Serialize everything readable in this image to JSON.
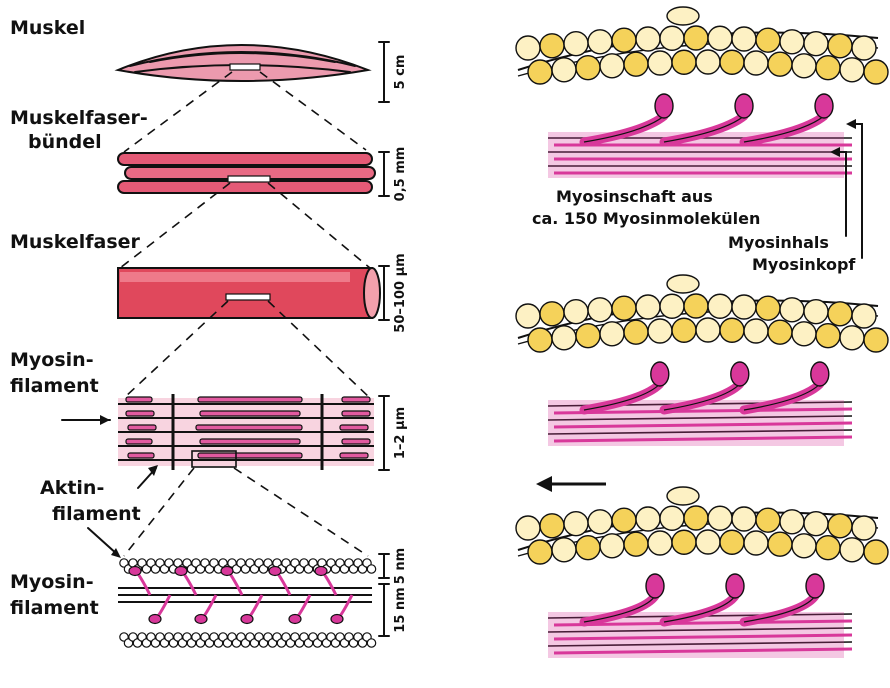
{
  "left_labels": {
    "muskel": "Muskel",
    "muskelfaserbuendel_1": "Muskelfaser-",
    "muskelfaserbuendel_2": "bündel",
    "muskelfaser": "Muskelfaser",
    "myosinfilament_top_1": "Myosin-",
    "myosinfilament_top_2": "filament",
    "aktinfilament_1": "Aktin-",
    "aktinfilament_2": "filament",
    "myosinfilament_bottom_1": "Myosin-",
    "myosinfilament_bottom_2": "filament"
  },
  "scale_labels": {
    "muskel": "5 cm",
    "buendel": "0,5 mm",
    "faser": "50–100 µm",
    "filament": "1–2 µm",
    "aktin_nm": "5 nm",
    "myosin_nm": "15 nm"
  },
  "right_labels": {
    "schaft_1": "Myosinschaft aus",
    "schaft_2": "ca. 150 Myosinmolekülen",
    "hals": "Myosinhals",
    "kopf": "Myosinkopf"
  },
  "colors": {
    "muscle_pink": "#e0708a",
    "fiber_red": "#e0485c",
    "myosin_magenta": "#d8389a",
    "actin_yellow": "#f5d25a",
    "actin_cream": "#fdf1c4"
  }
}
